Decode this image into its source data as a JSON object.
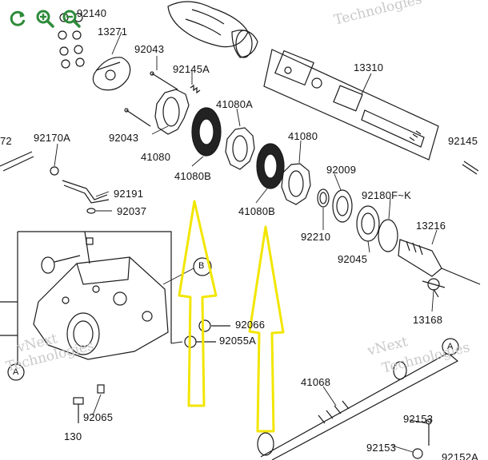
{
  "toolbar": {
    "buttons": [
      {
        "icon": "refresh-icon"
      },
      {
        "icon": "zoom-in-icon"
      },
      {
        "icon": "zoom-out-icon"
      }
    ],
    "accent": "#2e8b3a"
  },
  "watermark": {
    "texts": [
      "Technologies",
      "vNext",
      "Technologies",
      "vNext",
      "Technologies",
      "vNext Technologies"
    ]
  },
  "labels": {
    "p92140": "92140",
    "p13271": "13271",
    "p92043a": "92043",
    "p92145a": "92145A",
    "p41080a": "41080A",
    "p13310": "13310",
    "p72": "72",
    "p92170a": "92170A",
    "p92043b": "92043",
    "p41080b_disc": "41080",
    "p41080b": "41080B",
    "p41080c": "41080",
    "p92145": "92145",
    "p92009": "92009",
    "p92191": "92191",
    "p92180fk": "92180F~K",
    "p41080b2": "41080B",
    "p92037": "92037",
    "p92210": "92210",
    "p13216": "13216",
    "p92045": "92045",
    "p13168": "13168",
    "p92066": "92066",
    "p92055a": "92055A",
    "p41068": "41068",
    "p92065": "92065",
    "p92153a": "92153",
    "p130": "130",
    "p92153b": "92153",
    "p92152a": "92152A",
    "callout_b": "B",
    "callout_a1": "A",
    "callout_a2": "A"
  },
  "colors": {
    "annotation_arrow": "#f2e600",
    "line": "#1a1a1a",
    "callout_fill": "#ffffff"
  }
}
